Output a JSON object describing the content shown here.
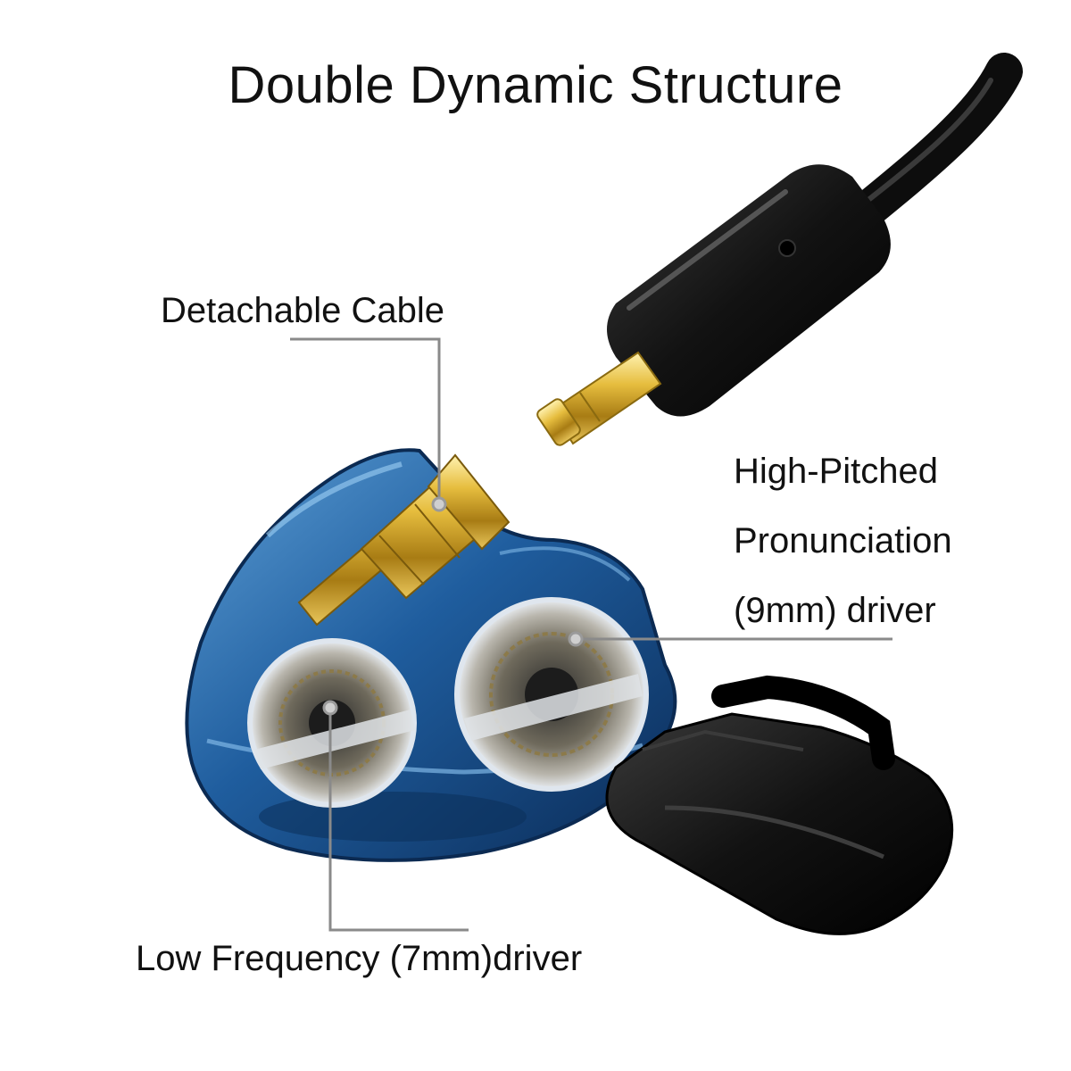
{
  "title": "Double Dynamic Structure",
  "callouts": {
    "detachable_cable": "Detachable Cable",
    "high_pitched": {
      "line1": "High-Pitched",
      "line2": "Pronunciation",
      "line3": "(9mm) driver"
    },
    "low_frequency": "Low Frequency (7mm)driver"
  },
  "colors": {
    "shell_blue": "#1f5d9e",
    "shell_dark": "#0c2f5c",
    "gold": "#d4a82a",
    "cable_black": "#111111",
    "leader_line": "#8a8a8a"
  }
}
